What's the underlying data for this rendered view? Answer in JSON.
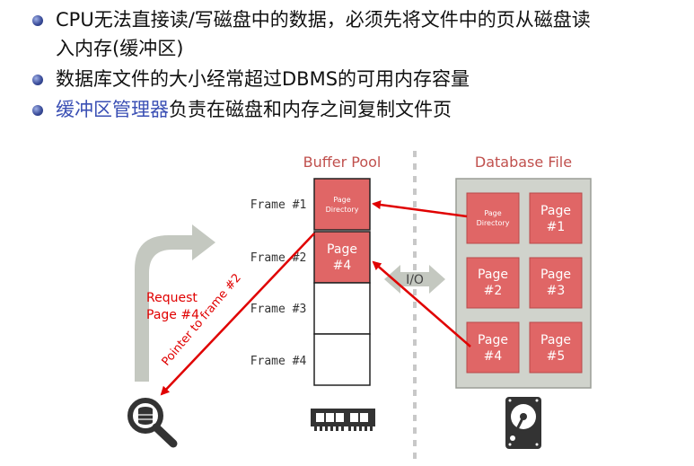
{
  "bullets": {
    "line1a": "CPU无法直接读/写磁盘中的数据，必须先将文件中的页从磁盘读",
    "line1b": "入内存(缓冲区)",
    "line2": "数据库文件的大小经常超过DBMS的可用内存容量",
    "line3_highlight": "缓冲区管理器",
    "line3_rest": "负责在磁盘和内存之间复制文件页"
  },
  "diagram": {
    "buffer_pool_title": "Buffer Pool",
    "database_file_title": "Database File",
    "frame_labels": [
      "Frame #1",
      "Frame #2",
      "Frame #3",
      "Frame #4"
    ],
    "frame1_page_line1": "Page",
    "frame1_page_line2": "Directory",
    "frame2_page_line1": "Page",
    "frame2_page_line2": "#4",
    "io_label": "I/O",
    "request_line1": "Request",
    "request_line2": "Page #4",
    "pointer_label": "Pointer to frame #2",
    "db_dir_line1": "Page",
    "db_dir_line2": "Directory",
    "db_pages": [
      {
        "line1": "Page",
        "line2": "#1"
      },
      {
        "line1": "Page",
        "line2": "#2"
      },
      {
        "line1": "Page",
        "line2": "#3"
      },
      {
        "line1": "Page",
        "line2": "#4"
      },
      {
        "line1": "Page",
        "line2": "#5"
      }
    ],
    "colors": {
      "title": "#c0504d",
      "page_fill": "#e06666",
      "arrow": "#e00000",
      "panel": "#d0d3cc",
      "gray_arrow": "#c4c8c0",
      "icon_dark": "#333333"
    },
    "icons": [
      "database-search-icon",
      "memory-chip-icon",
      "hard-drive-icon"
    ]
  }
}
